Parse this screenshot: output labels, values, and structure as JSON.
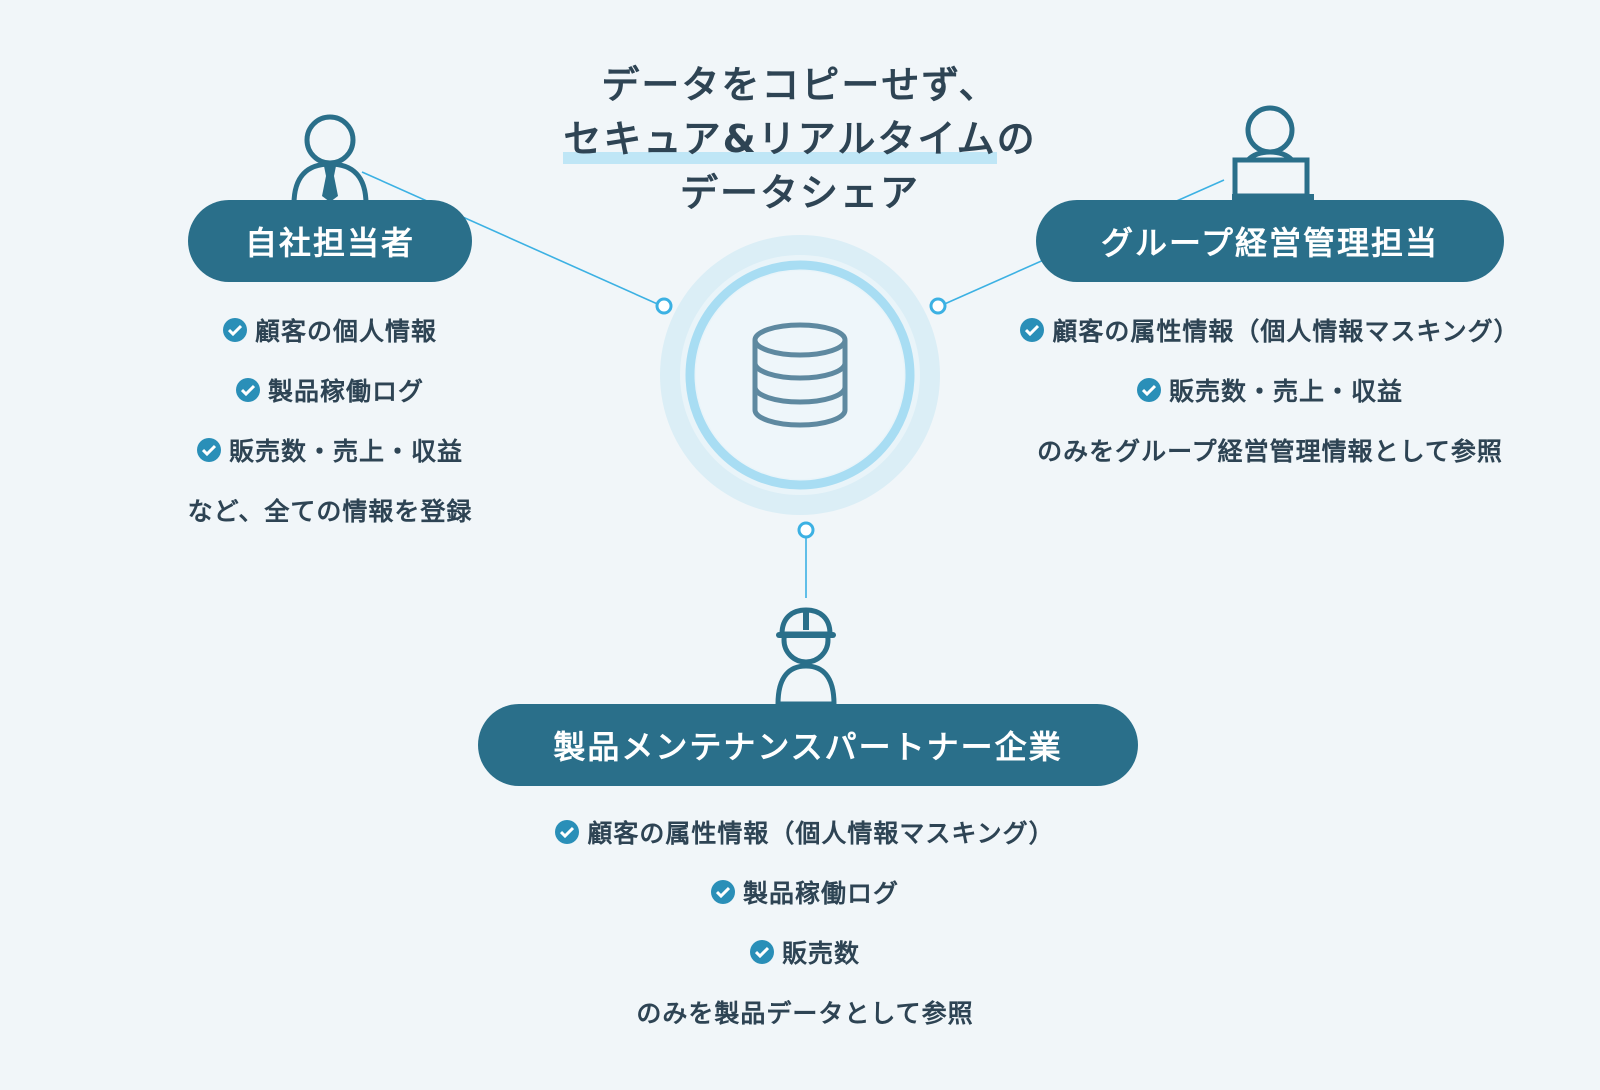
{
  "title": {
    "line1": "データをコピーせず、",
    "line2": "セキュア&リアルタイム",
    "line2_suffix": "の",
    "line3": "データシェア"
  },
  "colors": {
    "background": "#f1f6f9",
    "pill": "#2a6f8a",
    "text": "#2e4454",
    "accent": "#2a8fb8",
    "highlight": "#bfe6f6"
  },
  "icons": {
    "center": "database-icon",
    "left": "person-with-tie-icon",
    "right": "person-at-laptop-icon",
    "bottom": "worker-with-hardhat-icon",
    "bullet": "check-circle-icon"
  },
  "groups": {
    "left": {
      "label": "自社担当者",
      "items": [
        "顧客の個人情報",
        "製品稼働ログ",
        "販売数・売上・収益"
      ],
      "note": "など、全ての情報を登録"
    },
    "right": {
      "label": "グループ経営管理担当",
      "items": [
        "顧客の属性情報（個人情報マスキング）",
        "販売数・売上・収益"
      ],
      "note": "のみをグループ経営管理情報として参照"
    },
    "bottom": {
      "label": "製品メンテナンスパートナー企業",
      "items": [
        "顧客の属性情報（個人情報マスキング）",
        "製品稼働ログ",
        "販売数"
      ],
      "note": "のみを製品データとして参照"
    }
  }
}
